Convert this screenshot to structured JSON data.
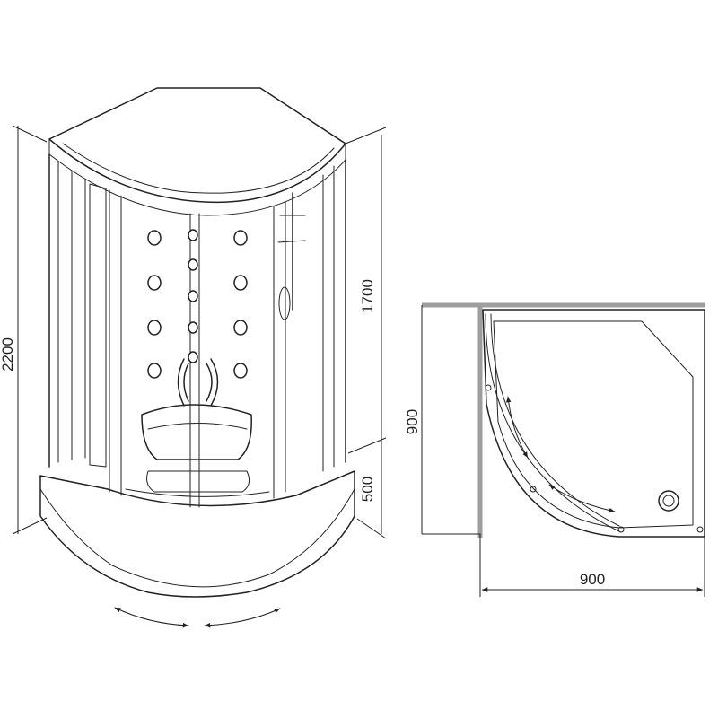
{
  "dimensions": {
    "total_height": "2200",
    "cabin_height": "1700",
    "tray_height": "500",
    "plan_depth": "900",
    "plan_width": "900"
  }
}
